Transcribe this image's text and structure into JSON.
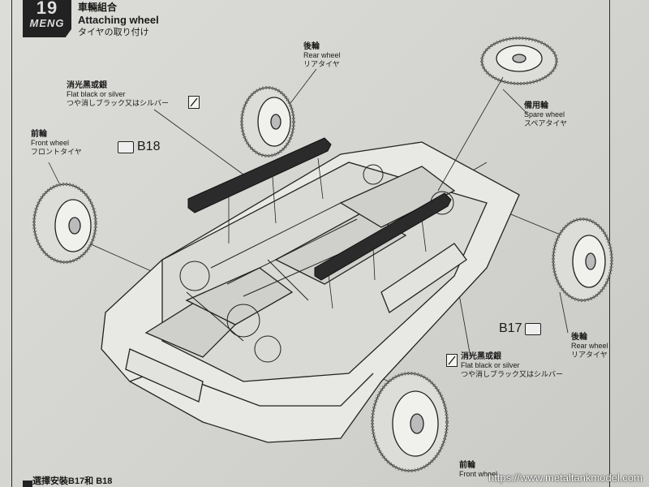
{
  "step": {
    "number": "19",
    "logo": "MENG"
  },
  "title": {
    "cn": "車輛組合",
    "en": "Attaching wheel",
    "jp": "タイヤの取り付け"
  },
  "labels": {
    "rear_wheel_top": {
      "cn": "後輪",
      "en": "Rear wheel",
      "jp": "リアタイヤ"
    },
    "paint_top": {
      "cn": "消光黑或銀",
      "en": "Flat black or silver",
      "jp": "つや消しブラック又はシルバー"
    },
    "front_wheel_left": {
      "cn": "前輪",
      "en": "Front wheel",
      "jp": "フロントタイヤ"
    },
    "spare_wheel": {
      "cn": "備用輪",
      "en": "Spare wheel",
      "jp": "スペアタイヤ"
    },
    "rear_wheel_right": {
      "cn": "後輪",
      "en": "Rear wheel",
      "jp": "リアタイヤ"
    },
    "paint_bottom": {
      "cn": "消光黑或銀",
      "en": "Flat black or silver",
      "jp": "つや消しブラック又はシルバー"
    },
    "front_wheel_bottom": {
      "cn": "前輪",
      "en": "Front wheel"
    }
  },
  "parts": {
    "left": "B18",
    "right": "B17"
  },
  "footer": {
    "note": "選擇安裝B17和 B18"
  },
  "watermark": "https://www.metaltankmodel.com",
  "colors": {
    "ink": "#1a1a1a",
    "paper": "#d6d6d2",
    "part": "#2b2b2b"
  },
  "icons": [
    "swap-arrows-icon",
    "paint-brush-icon"
  ]
}
